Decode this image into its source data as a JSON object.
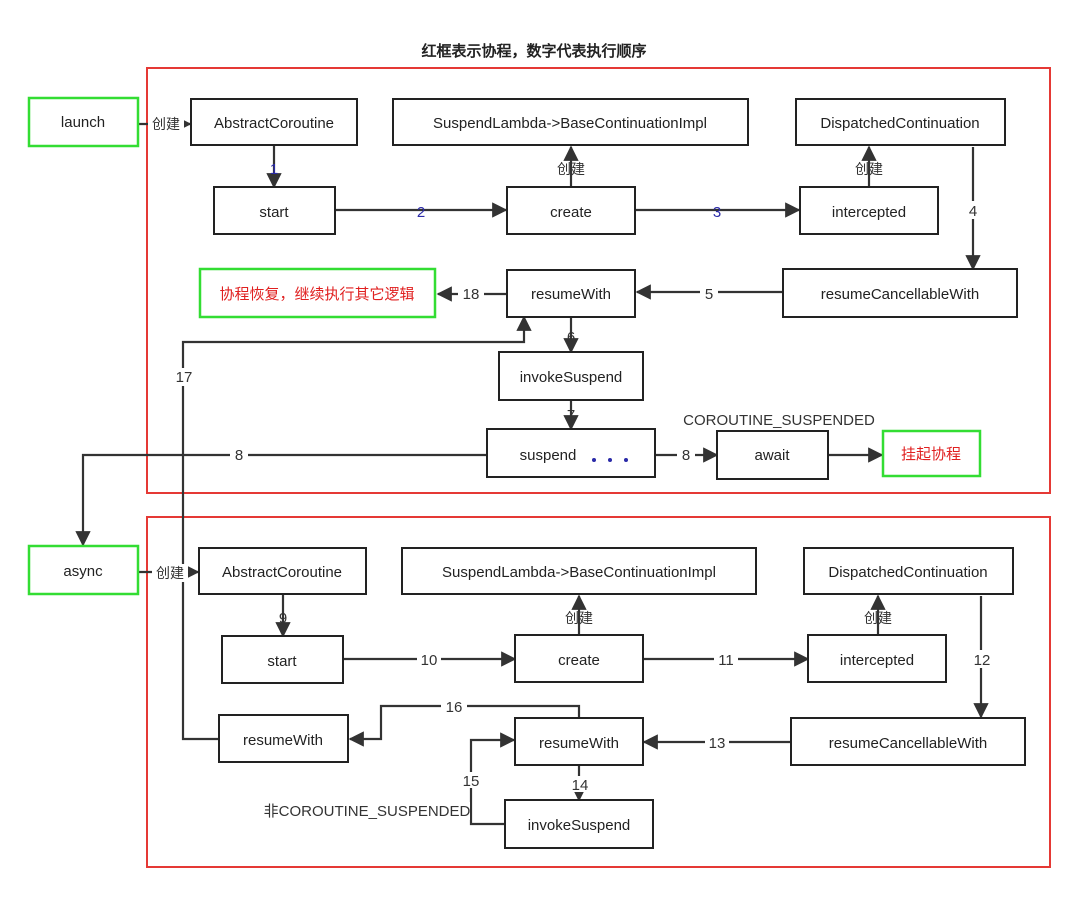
{
  "title": "红框表示协程，数字代表执行顺序",
  "colors": {
    "frame": "#e53935",
    "green_box": "#33dd33",
    "red_text": "#e02020",
    "step_blue": "#2a2aa8"
  },
  "nodes": {
    "launch": "launch",
    "ac1": "AbstractCoroutine",
    "sl1": "SuspendLambda->BaseContinuationImpl",
    "dc1": "DispatchedContinuation",
    "start1": "start",
    "create1": "create",
    "intercepted1": "intercepted",
    "resume_msg": "协程恢复，继续执行其它逻辑",
    "rw1": "resumeWith",
    "rcw1": "resumeCancellableWith",
    "is1": "invokeSuspend",
    "suspend1": "suspend",
    "await1": "await",
    "suspend_msg": "挂起协程",
    "async": "async",
    "ac2": "AbstractCoroutine",
    "sl2": "SuspendLambda->BaseContinuationImpl",
    "dc2": "DispatchedContinuation",
    "start2": "start",
    "create2": "create",
    "intercepted2": "intercepted",
    "rw_left": "resumeWith",
    "rw2": "resumeWith",
    "rcw2": "resumeCancellableWith",
    "is2": "invokeSuspend"
  },
  "labels": {
    "create_cn": "创建",
    "s1": "1",
    "s2": "2",
    "s3": "3",
    "s4": "4",
    "s5": "5",
    "s6": "6",
    "s7": "7",
    "s8a": "8",
    "s8b": "8",
    "s9": "9",
    "s10": "10",
    "s11": "11",
    "s12": "12",
    "s13": "13",
    "s14": "14",
    "s15": "15",
    "s16": "16",
    "s17": "17",
    "s18": "18",
    "coroutine_suspended": "COROUTINE_SUSPENDED",
    "not_coroutine_suspended": "非COROUTINE_SUSPENDED"
  }
}
